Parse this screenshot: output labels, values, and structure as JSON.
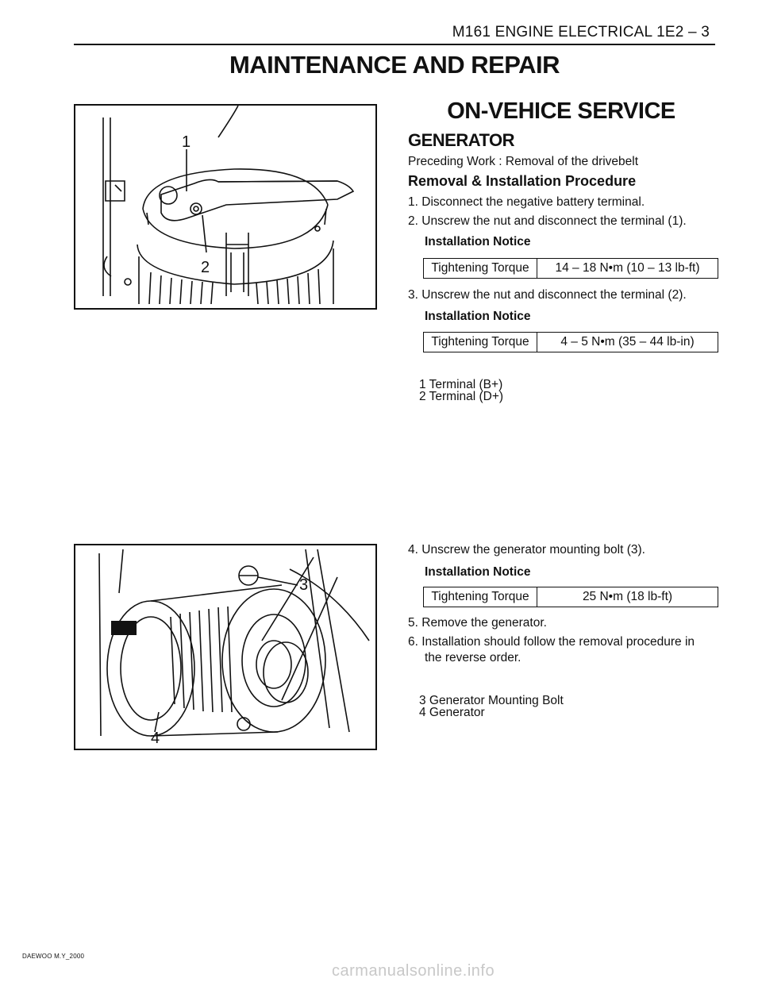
{
  "header": {
    "running_head": "M161 ENGINE ELECTRICAL  1E2 – 3"
  },
  "page_title": "MAINTENANCE AND REPAIR",
  "figure1": {
    "callout_1": "1",
    "callout_2": "2"
  },
  "figure2": {
    "callout_3": "3",
    "callout_4": "4"
  },
  "section": {
    "title": "ON-VEHICE SERVICE",
    "subtitle": "GENERATOR",
    "preceding_work": "Preceding Work : Removal of the drivebelt",
    "procedure_title": "Removal & Installation Procedure"
  },
  "steps": [
    {
      "num": "1.",
      "text": "Disconnect the negative battery terminal."
    },
    {
      "num": "2.",
      "text": "Unscrew the nut and disconnect the terminal (1)."
    },
    {
      "num": "3.",
      "text": "Unscrew the nut and disconnect the terminal (2)."
    },
    {
      "num": "4.",
      "text": "Unscrew the generator mounting bolt (3)."
    },
    {
      "num": "5.",
      "text": "Remove the generator."
    },
    {
      "num": "6.",
      "text": "Installation should follow the removal procedure in",
      "text2": "the reverse order."
    }
  ],
  "notices": [
    {
      "label": "Installation Notice",
      "torque_label": "Tightening Torque",
      "torque_value": "14 – 18 N•m (10 – 13 lb-ft)"
    },
    {
      "label": "Installation Notice",
      "torque_label": "Tightening Torque",
      "torque_value": "4 – 5 N•m (35 – 44 lb-in)"
    },
    {
      "label": "Installation Notice",
      "torque_label": "Tightening Torque",
      "torque_value": "25 N•m (18 lb-ft)"
    }
  ],
  "legend1": [
    "1  Terminal (B+)",
    "2  Terminal (D+)"
  ],
  "legend2": [
    "3  Generator Mounting Bolt",
    "4  Generator"
  ],
  "footer": {
    "code": "DAEWOO M.Y_2000"
  },
  "watermark": "carmanualsonline.info"
}
